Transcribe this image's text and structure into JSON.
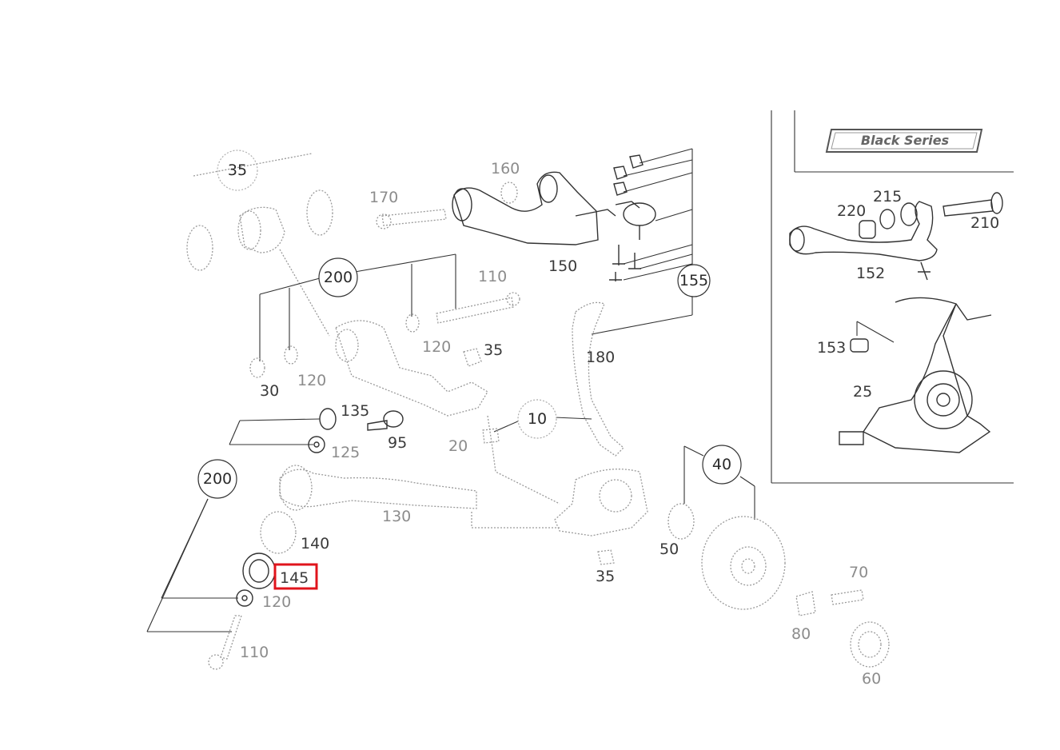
{
  "diagram": {
    "badge": "Black Series",
    "selected_part": "145",
    "circled_labels": [
      {
        "id": "top-left-circle",
        "text": "35"
      },
      {
        "id": "upper-200",
        "text": "200"
      },
      {
        "id": "lower-200",
        "text": "200"
      },
      {
        "id": "circle-155",
        "text": "155"
      },
      {
        "id": "circle-10",
        "text": "10"
      },
      {
        "id": "circle-40",
        "text": "40"
      }
    ],
    "part_labels": [
      {
        "id": "p160",
        "text": "160"
      },
      {
        "id": "p170",
        "text": "170"
      },
      {
        "id": "p150",
        "text": "150"
      },
      {
        "id": "p110-top",
        "text": "110"
      },
      {
        "id": "p35-a",
        "text": "35"
      },
      {
        "id": "p180",
        "text": "180"
      },
      {
        "id": "p30",
        "text": "30"
      },
      {
        "id": "p120-a",
        "text": "120"
      },
      {
        "id": "p120-b",
        "text": "120"
      },
      {
        "id": "p135",
        "text": "135"
      },
      {
        "id": "p95",
        "text": "95"
      },
      {
        "id": "p20-a",
        "text": "20"
      },
      {
        "id": "p125",
        "text": "125"
      },
      {
        "id": "p130",
        "text": "130"
      },
      {
        "id": "p140",
        "text": "140"
      },
      {
        "id": "p145",
        "text": "145"
      },
      {
        "id": "p120-c",
        "text": "120"
      },
      {
        "id": "p110-bottom",
        "text": "110"
      },
      {
        "id": "p35-b",
        "text": "35"
      },
      {
        "id": "p50",
        "text": "50"
      },
      {
        "id": "p70",
        "text": "70"
      },
      {
        "id": "p60",
        "text": "60"
      },
      {
        "id": "p80",
        "text": "80"
      },
      {
        "id": "p215",
        "text": "215"
      },
      {
        "id": "p220",
        "text": "220"
      },
      {
        "id": "p210",
        "text": "210"
      },
      {
        "id": "p152",
        "text": "152"
      },
      {
        "id": "p153",
        "text": "153"
      },
      {
        "id": "p25",
        "text": "25"
      }
    ]
  }
}
